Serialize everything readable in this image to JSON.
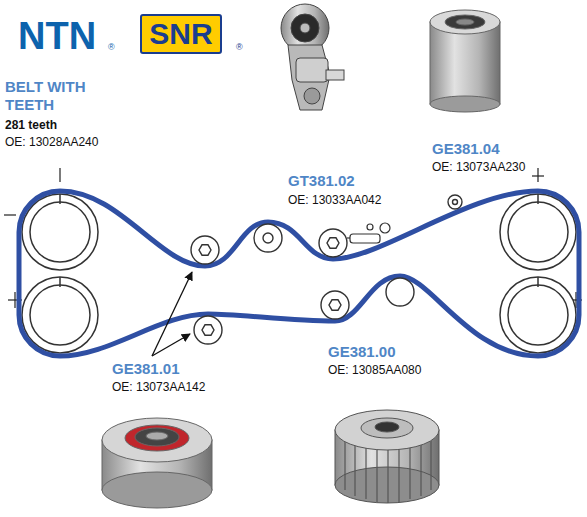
{
  "diagram": {
    "nodes": [
      {
        "text": [
          "SNR"
        ]
      }
    ],
    "labels": [
      "NTN",
      "®",
      "®",
      "BELT WITH TEETH",
      "281 teeth",
      "OE: 13028AA240",
      "GT381.02",
      "OE: 13033AA042",
      "GE381.04",
      "OE: 13073AA230",
      "GE381.01",
      "OE: 13073AA142",
      "GE381.00",
      "OE: 13085AA080"
    ]
  }
}
